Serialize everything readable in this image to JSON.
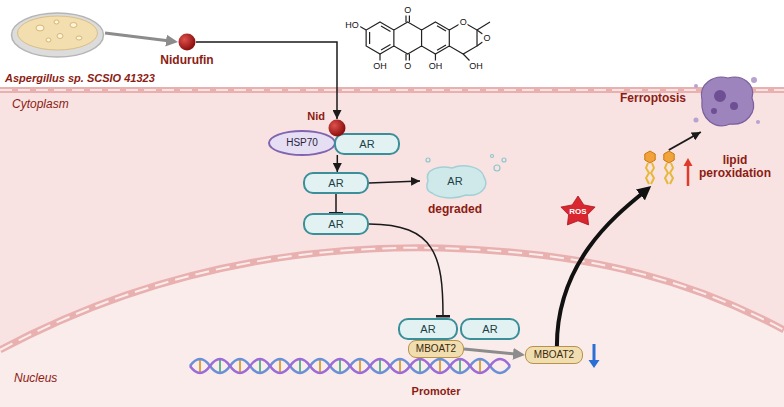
{
  "diagram": {
    "nodes": [
      {
        "text": [
          "Aspergillus sp. SCSIO 41323"
        ]
      },
      {
        "text": [
          "Nidurufin"
        ]
      },
      {
        "text": [
          "Nid"
        ]
      },
      {
        "text": [
          "HSP70"
        ]
      },
      {
        "text": [
          "AR"
        ]
      },
      {
        "text": [
          "AR"
        ]
      },
      {
        "text": [
          "AR",
          "degraded"
        ]
      },
      {
        "text": [
          "AR"
        ]
      },
      {
        "text": [
          "Ferroptosis"
        ]
      },
      {
        "text": [
          "lipid peroxidation"
        ]
      },
      {
        "text": [
          "ROS"
        ]
      },
      {
        "text": [
          "AR"
        ]
      },
      {
        "text": [
          "AR"
        ]
      },
      {
        "text": [
          "MBOAT2"
        ]
      },
      {
        "text": [
          "MBOAT2"
        ]
      }
    ],
    "edges": [
      {
        "from": 0,
        "to": 1,
        "arrow": "to"
      },
      {
        "from": 1,
        "to": 2,
        "arrow": "to"
      },
      {
        "from": 4,
        "to": 5,
        "arrow": "to"
      },
      {
        "from": 5,
        "to": 6,
        "arrow": "to"
      },
      {
        "from": 5,
        "to": 7,
        "arrow": "to"
      },
      {
        "from": 7,
        "to": 11,
        "arrow": "to"
      },
      {
        "from": 13,
        "to": 14,
        "arrow": "to"
      },
      {
        "from": 14,
        "to": 9,
        "arrow": "to"
      },
      {
        "from": 9,
        "to": 8,
        "arrow": "to"
      }
    ],
    "labels": [
      "HO",
      "O",
      "O",
      "O",
      "OH",
      "O",
      "OH",
      "OH",
      "Cytoplasm",
      "Promoter",
      "Nucleus"
    ]
  }
}
